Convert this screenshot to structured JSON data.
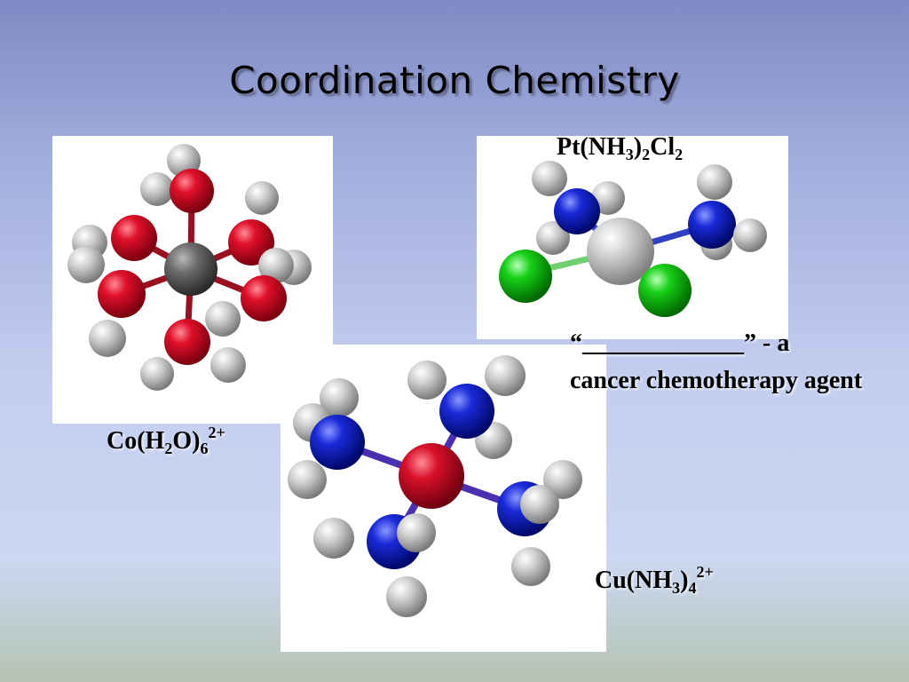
{
  "slide": {
    "title": "Coordination Chemistry"
  },
  "labels": {
    "cobalt": {
      "base": "Co(H",
      "s1": "2",
      "mid": "O)",
      "s2": "6",
      "charge": "2+"
    },
    "platinum": {
      "base": "Pt(NH",
      "s1": "3",
      "mid": ")",
      "s2": "2",
      "tail": "Cl",
      "s3": "2"
    },
    "copper": {
      "base": "Cu(NH",
      "s1": "3",
      "mid": ")",
      "s2": "4",
      "charge": "2+"
    }
  },
  "note": {
    "text": "“_____________” - a cancer chemotherapy agent"
  },
  "colors": {
    "oxygen": "#e0102a",
    "hydrogen": "#d8d8d8",
    "cobalt": "#6a6a6a",
    "nitrogen": "#1a2ad8",
    "platinum": "#c8c8c8",
    "chlorine": "#18d018",
    "copper": "#d8102a"
  }
}
